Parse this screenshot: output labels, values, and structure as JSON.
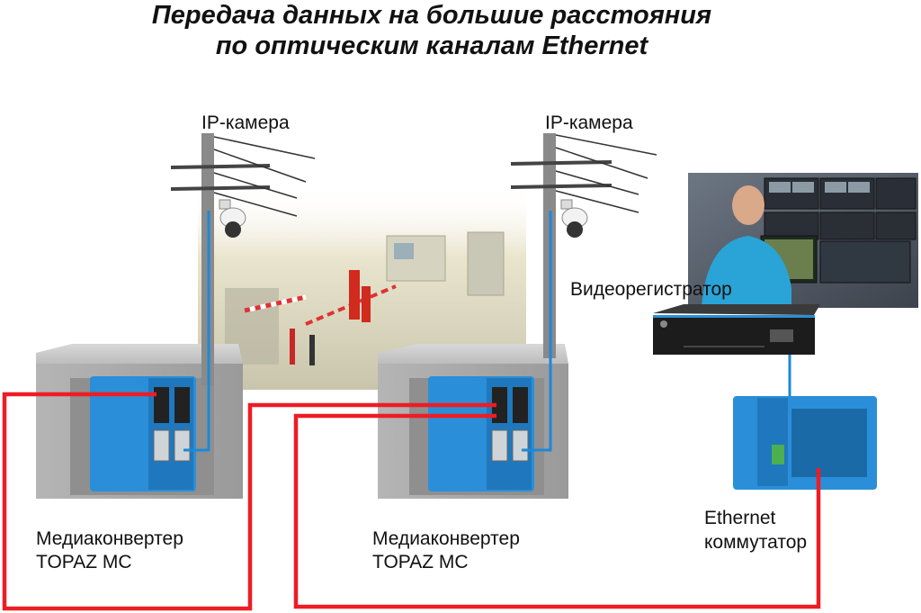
{
  "title": {
    "line1": "Передача данных на большие расстояния",
    "line2": "по оптическим каналам Ethernet"
  },
  "labels": {
    "camera_left": "IP-камера",
    "camera_right": "IP-камера",
    "recorder": "Видеорегистратор",
    "converter_left_line1": "Медиаконвертер",
    "converter_left_line2": "TOPAZ MC",
    "converter_right_line1": "Медиаконвертер",
    "converter_right_line2": "TOPAZ MC",
    "switch_line1": "Ethernet",
    "switch_line2": "коммутатор"
  },
  "colors": {
    "fiber_line": "#ee1c24",
    "copper_line": "#1e88d8",
    "device_blue": "#2a8fd8",
    "cabinet_gray": "#c9c9c9"
  },
  "icons": {
    "camera": "dome-camera-icon",
    "pole": "utility-pole-icon",
    "converter": "media-converter-icon",
    "switch": "ethernet-switch-icon",
    "recorder": "video-recorder-icon"
  }
}
